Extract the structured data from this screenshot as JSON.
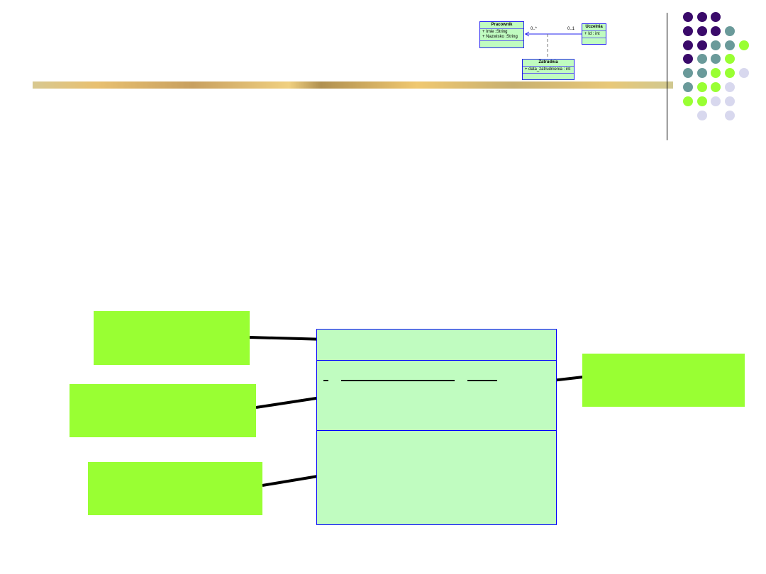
{
  "mini_diagram": {
    "classes": [
      {
        "name": "Pracownik",
        "attributes": [
          "+ Imie :String",
          "+ Nazwisko :String"
        ]
      },
      {
        "name": "Uczelnia",
        "attributes": [
          "+ Id : int"
        ]
      },
      {
        "name": "Zatrudnia",
        "attributes": [
          "+ data_zatrudnienia : int"
        ]
      }
    ],
    "multiplicity_left": "0..*",
    "multiplicity_right": "0..1"
  },
  "colors": {
    "purple": "#3a0a6a",
    "teal": "#6a9a9a",
    "lime": "#99ff33",
    "lavender": "#d8d8ee",
    "class_fill": "#c0fcc0",
    "class_border": "#0000ff"
  }
}
